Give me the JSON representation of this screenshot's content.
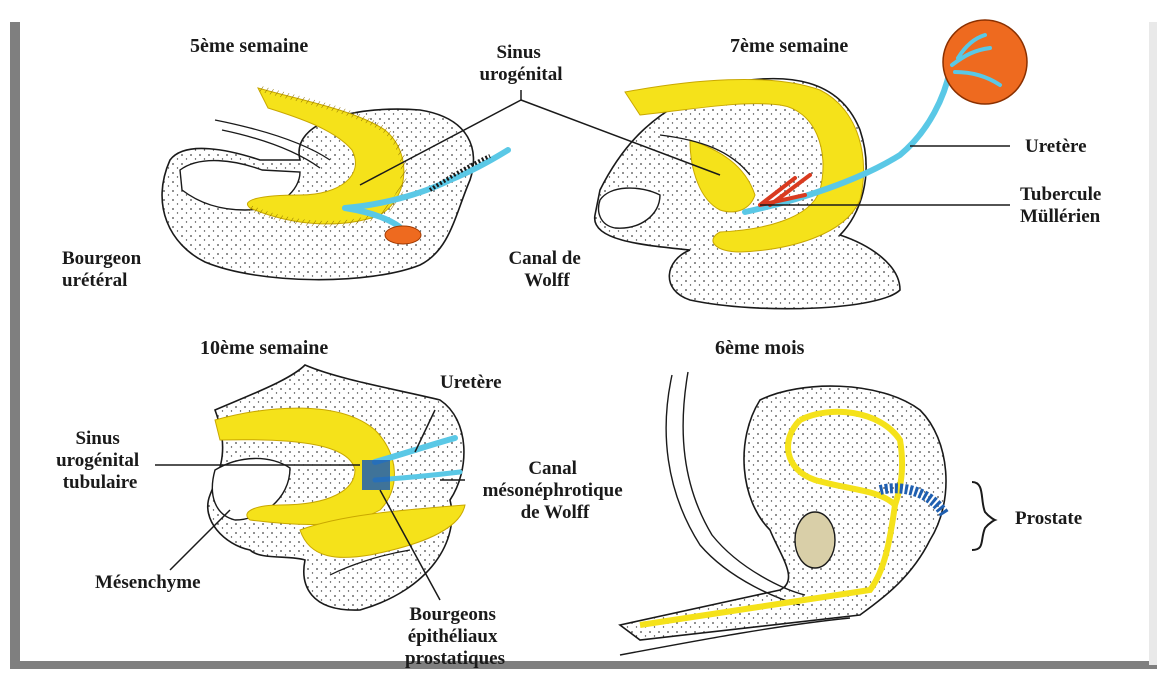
{
  "panels": {
    "p1": {
      "title": "5ème semaine"
    },
    "p2": {
      "title": "7ème semaine"
    },
    "p3": {
      "title": "10ème semaine"
    },
    "p4": {
      "title": "6ème mois"
    }
  },
  "labels": {
    "sinus_urogenital": [
      "Sinus",
      "urogénital"
    ],
    "bourgeon_ureteral": [
      "Bourgeon",
      "urétéral"
    ],
    "canal_de_wolff": [
      "Canal de",
      "Wolff"
    ],
    "uretere_top": "Uretère",
    "tubercule_mullerien": [
      "Tubercule",
      "Müllérien"
    ],
    "uretere_bottom": "Uretère",
    "sinus_urogenital_tubulaire": [
      "Sinus",
      "urogénital",
      "tubulaire"
    ],
    "canal_mesonephrotique": [
      "Canal",
      "mésonéphrotique",
      "de Wolff"
    ],
    "mesenchyme": "Mésenchyme",
    "bourgeons_prostatiques": [
      "Bourgeons",
      "épithéliaux",
      "prostatiques"
    ],
    "prostate": "Prostate"
  },
  "colors": {
    "epithelium_yellow": "#f5e21a",
    "ureter_blue": "#5ac8e6",
    "kidney_orange": "#ee6a1f",
    "vessel_red": "#d93a1f",
    "outline": "#1a1a1a",
    "frame_gray": "#7f7f7f",
    "testis_tan": "#d9cfa8"
  }
}
